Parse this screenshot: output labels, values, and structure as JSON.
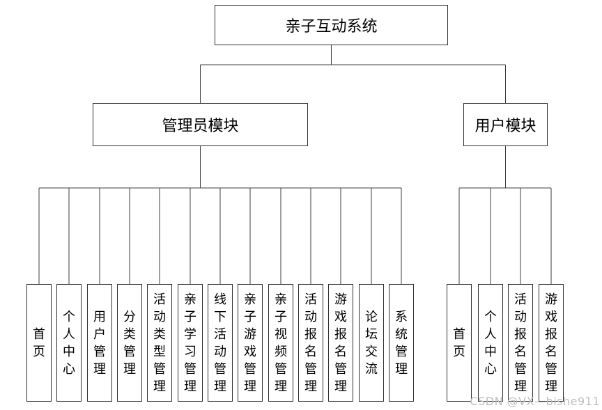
{
  "diagram": {
    "root": {
      "label": "亲子互动系统"
    },
    "admin_module": {
      "label": "管理员模块",
      "children": [
        "首页",
        "个人中心",
        "用户管理",
        "分类管理",
        "活动类型管理",
        "亲子学习管理",
        "线下活动管理",
        "亲子游戏管理",
        "亲子视频管理",
        "活动报名管理",
        "游戏报名管理",
        "论坛交流",
        "系统管理"
      ]
    },
    "user_module": {
      "label": "用户模块",
      "children": [
        "首页",
        "个人中心",
        "活动报名管理",
        "游戏报名管理"
      ]
    },
    "watermark": "CSDN @VX—bishe911",
    "theme": {
      "line_color": "#3d3d3d",
      "box_border_color": "#2f2f2f",
      "box_fill": "#ffffff",
      "text_color": "#000000",
      "watermark_color": "#bdbdbd",
      "background": "#ffffff"
    }
  }
}
